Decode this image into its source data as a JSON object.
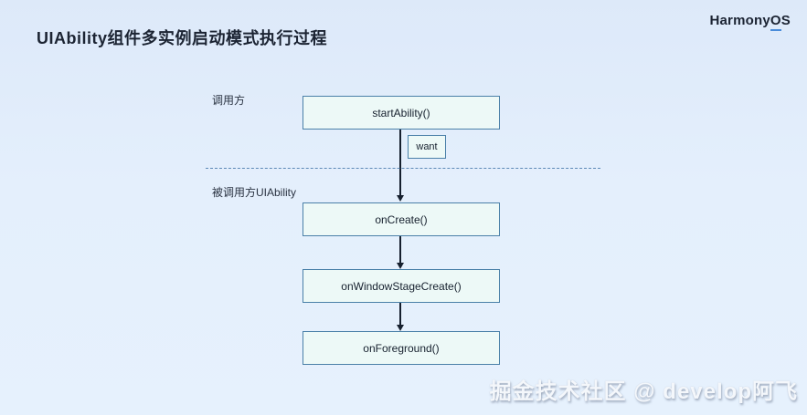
{
  "page": {
    "title": "UIAbility组件多实例启动模式执行过程"
  },
  "brand": {
    "name": "HarmonyOS",
    "prefix": "Harmony",
    "underlined_letter": "O",
    "suffix": "S"
  },
  "diagram": {
    "caller_label": "调用方",
    "callee_label": "被调用方UIAbility",
    "param_label": "want",
    "boxes": [
      {
        "id": "startAbility",
        "label": "startAbility()"
      },
      {
        "id": "onCreate",
        "label": "onCreate()"
      },
      {
        "id": "onWindowStageCreate",
        "label": "onWindowStageCreate()"
      },
      {
        "id": "onForeground",
        "label": "onForeground()"
      }
    ]
  },
  "watermark": {
    "text": "掘金技术社区 @ develop阿飞"
  },
  "colors": {
    "page-bg": "#e3eefc",
    "box-fill": "#edf9f7",
    "box-border": "#4a80a8",
    "arrow": "#16202e",
    "divider": "#5c88b6",
    "ink": "#1c2433",
    "brand-underline": "#4a8cda",
    "watermark": "#f4f7fb"
  }
}
